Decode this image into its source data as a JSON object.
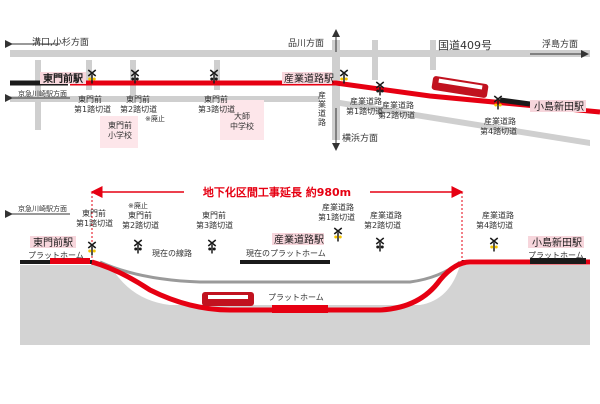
{
  "colors": {
    "rail": "#e60012",
    "road": "#cfcfcf",
    "ground": "#d3d3d3",
    "school_bg": "#fde6ea",
    "label_bg": "#f7d6dc",
    "black": "#1a1a1a"
  },
  "top_map": {
    "directions": {
      "mizonokuchi": "溝口,小杉方面",
      "shinagawa": "品川方面",
      "ukishima": "浮島方面",
      "keikyu_kawasaki": "京急川崎駅方面",
      "yokohama": "横浜方面"
    },
    "road_name": "国道409号",
    "stations": {
      "higashimonzen": "東門前駅",
      "sangyo_doro": "産業道路駅",
      "kojima_shinden": "小島新田駅"
    },
    "crossings": {
      "hm1": [
        "東門前",
        "第1踏切道"
      ],
      "hm2": [
        "東門前",
        "第2踏切道"
      ],
      "abolished": "※廃止",
      "hm3": [
        "東門前",
        "第3踏切道"
      ],
      "sd1": [
        "産業道路",
        "第1踏切道"
      ],
      "sd2": [
        "産業道路",
        "第2踏切道"
      ],
      "sd4": [
        "産業道路",
        "第4踏切道"
      ]
    },
    "schools": {
      "elementary": [
        "東門前",
        "小学校"
      ],
      "junior_high": [
        "大師",
        "中学校"
      ]
    },
    "sangyo_road_vertical": [
      "産",
      "業",
      "道",
      "路"
    ]
  },
  "bottom": {
    "title": "地下化区間工事延長 約980m",
    "direction": "京急川崎駅方面",
    "stations": {
      "higashimonzen": "東門前駅",
      "sangyo_doro": "産業道路駅",
      "kojima_shinden": "小島新田駅"
    },
    "platform": "プラットホーム",
    "current_platform": "現在のプラットホーム",
    "current_track": "現在の線路",
    "crossings": {
      "hm1": [
        "東門前",
        "第1踏切道"
      ],
      "abolished": "※廃止",
      "hm2": [
        "東門前",
        "第2踏切道"
      ],
      "hm3": [
        "東門前",
        "第3踏切道"
      ],
      "sd1": [
        "産業道路",
        "第1踏切道"
      ],
      "sd2": [
        "産業道路",
        "第2踏切道"
      ],
      "sd4": [
        "産業道路",
        "第4踏切道"
      ]
    }
  }
}
